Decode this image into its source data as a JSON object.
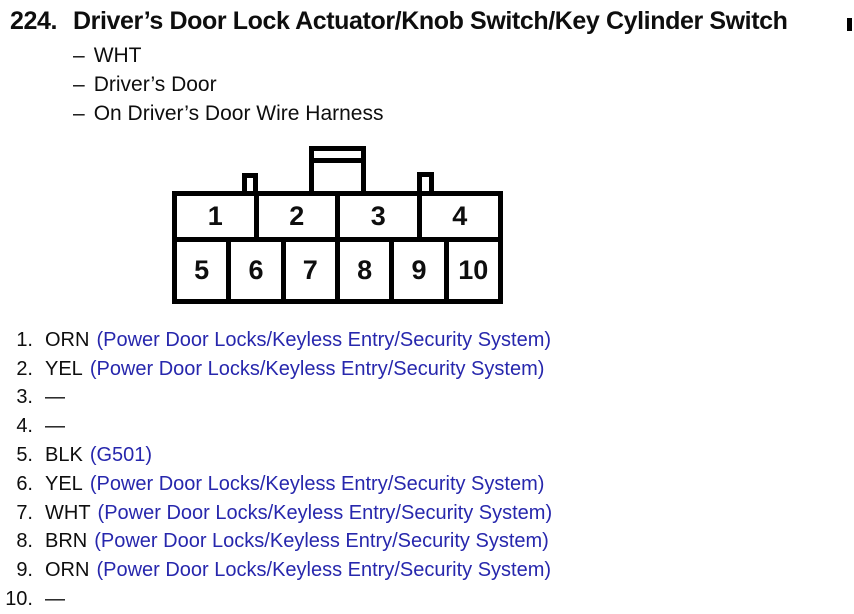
{
  "page": {
    "background": "#ffffff",
    "ink_color": "#0e0e0e",
    "circuit_blue": "#2727ad"
  },
  "header": {
    "item_number": "224.",
    "title": "Driver’s Door Lock Actuator/Knob Switch/Key Cylinder Switch",
    "details": [
      {
        "dash": "–",
        "label": "WHT"
      },
      {
        "dash": "–",
        "label": "Driver’s Door"
      },
      {
        "dash": "–",
        "label": "On Driver’s Door Wire Harness"
      }
    ]
  },
  "connector": {
    "top_pins": [
      "1",
      "2",
      "3",
      "4"
    ],
    "bottom_pins": [
      "5",
      "6",
      "7",
      "8",
      "9",
      "10"
    ]
  },
  "pin_list": [
    {
      "num": "1.",
      "wire_color": "ORN",
      "circuit": "(Power Door Locks/Keyless Entry/Security System)"
    },
    {
      "num": "2.",
      "wire_color": "YEL",
      "circuit": "(Power Door Locks/Keyless Entry/Security System)"
    },
    {
      "num": "3.",
      "wire_color": "—",
      "circuit": ""
    },
    {
      "num": "4.",
      "wire_color": "—",
      "circuit": ""
    },
    {
      "num": "5.",
      "wire_color": "BLK",
      "circuit": "(G501)"
    },
    {
      "num": "6.",
      "wire_color": "YEL",
      "circuit": "(Power Door Locks/Keyless Entry/Security System)"
    },
    {
      "num": "7.",
      "wire_color": "WHT",
      "circuit": "(Power Door Locks/Keyless Entry/Security System)"
    },
    {
      "num": "8.",
      "wire_color": "BRN",
      "circuit": "(Power Door Locks/Keyless Entry/Security System)"
    },
    {
      "num": "9.",
      "wire_color": "ORN",
      "circuit": "(Power Door Locks/Keyless Entry/Security System)"
    },
    {
      "num": "10.",
      "wire_color": "—",
      "circuit": ""
    }
  ]
}
